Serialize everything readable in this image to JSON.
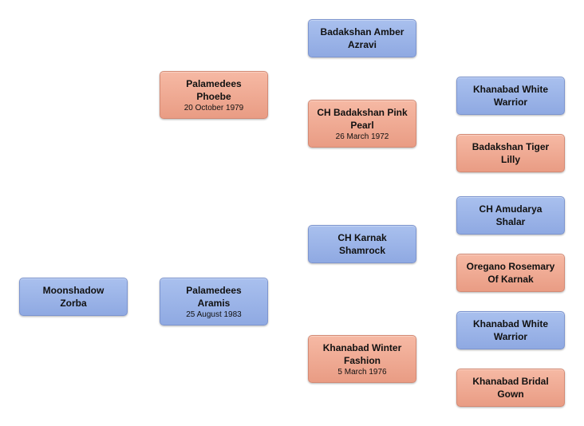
{
  "pedigree": {
    "subject": {
      "name_line1": "Moonshadow",
      "name_line2": "Zorba",
      "sex": "male"
    },
    "dam": {
      "name_line1": "Palamedees",
      "name_line2": "Phoebe",
      "date": "20 October 1979",
      "sex": "female"
    },
    "sire": {
      "name_line1": "Palamedees",
      "name_line2": "Aramis",
      "date": "25 August 1983",
      "sex": "male"
    },
    "dam_sire": {
      "name_line1": "Badakshan Amber",
      "name_line2": "Azravi",
      "sex": "male"
    },
    "dam_dam": {
      "name_line1": "CH Badakshan Pink",
      "name_line2": "Pearl",
      "date": "26 March 1972",
      "sex": "female"
    },
    "sire_sire": {
      "name_line1": "CH Karnak",
      "name_line2": "Shamrock",
      "sex": "male"
    },
    "sire_dam": {
      "name_line1": "Khanabad Winter",
      "name_line2": "Fashion",
      "date": "5 March 1976",
      "sex": "female"
    },
    "gen3": [
      {
        "name_line1": "Khanabad White",
        "name_line2": "Warrior",
        "sex": "male"
      },
      {
        "name_line1": "Badakshan Tiger",
        "name_line2": "Lilly",
        "sex": "female"
      },
      {
        "name_line1": "CH Amudarya",
        "name_line2": "Shalar",
        "sex": "male"
      },
      {
        "name_line1": "Oregano Rosemary",
        "name_line2": "Of Karnak",
        "sex": "female"
      },
      {
        "name_line1": "Khanabad White",
        "name_line2": "Warrior",
        "sex": "male"
      },
      {
        "name_line1": "Khanabad Bridal",
        "name_line2": "Gown",
        "sex": "female"
      }
    ]
  },
  "colors": {
    "male_fill": "#a0b8ea",
    "female_fill": "#f1ad97"
  }
}
